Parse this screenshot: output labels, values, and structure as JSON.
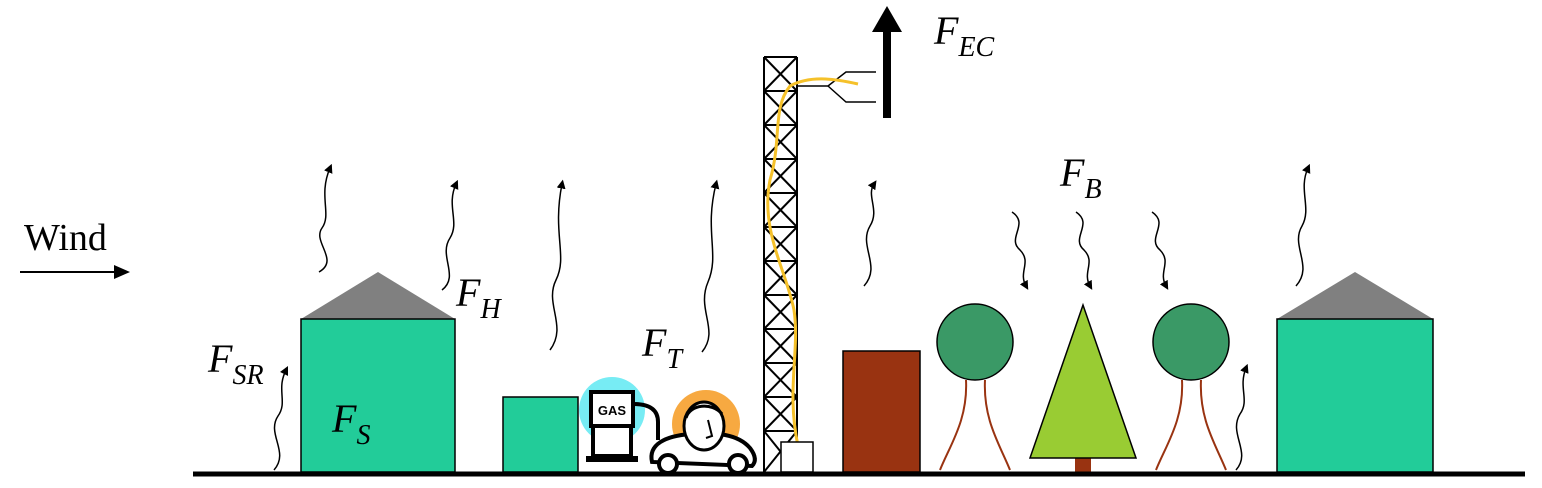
{
  "wind": {
    "label": "Wind"
  },
  "fluxes": {
    "eddy_covariance": {
      "main": "F",
      "sub": "EC"
    },
    "biogenic": {
      "main": "F",
      "sub": "B"
    },
    "heating": {
      "main": "F",
      "sub": "H"
    },
    "traffic": {
      "main": "F",
      "sub": "T"
    },
    "soil_respiration": {
      "main": "F",
      "sub": "SR"
    },
    "storage": {
      "main": "F",
      "sub": "S"
    }
  },
  "gas_pump": {
    "label": "GAS"
  },
  "colors": {
    "building_green": "#22cc99",
    "roof_gray": "#808080",
    "building_brown": "#993311",
    "tree_dark_green": "#3a9966",
    "conifer_green": "#99cc33",
    "trunk_brown": "#993311",
    "sensor_cable": "#f5c12a",
    "gas_pump_glow": "#77ecf4",
    "driver_orange": "#f7a941"
  }
}
